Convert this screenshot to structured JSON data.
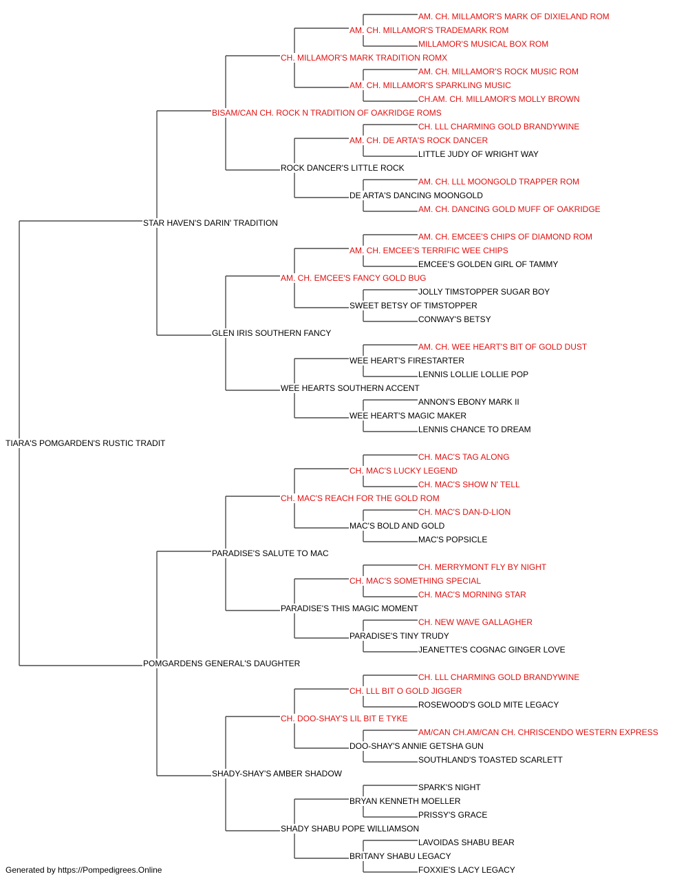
{
  "pedigree": {
    "generations": [
      [
        {
          "name": "TIARA'S POMGARDEN'S RUSTIC TRADIT",
          "champion": false
        }
      ],
      [
        {
          "name": "STAR HAVEN'S DARIN' TRADITION",
          "champion": false
        },
        {
          "name": "POMGARDENS GENERAL'S DAUGHTER",
          "champion": false
        }
      ],
      [
        {
          "name": "BISAM/CAN CH. ROCK N TRADITION OF OAKRIDGE ROMS",
          "champion": true
        },
        {
          "name": "GLEN IRIS SOUTHERN FANCY",
          "champion": false
        },
        {
          "name": "PARADISE'S SALUTE TO MAC",
          "champion": false
        },
        {
          "name": "SHADY-SHAY'S AMBER SHADOW",
          "champion": false
        }
      ],
      [
        {
          "name": "CH. MILLAMOR'S MARK TRADITION ROMX",
          "champion": true
        },
        {
          "name": "ROCK DANCER'S LITTLE ROCK",
          "champion": false
        },
        {
          "name": "AM. CH. EMCEE'S FANCY GOLD BUG",
          "champion": true
        },
        {
          "name": "WEE HEARTS SOUTHERN ACCENT",
          "champion": false
        },
        {
          "name": "CH. MAC'S REACH FOR THE GOLD ROM",
          "champion": true
        },
        {
          "name": "PARADISE'S THIS MAGIC MOMENT",
          "champion": false
        },
        {
          "name": "CH. DOO-SHAY'S LIL BIT E TYKE",
          "champion": true
        },
        {
          "name": "SHADY SHABU POPE WILLIAMSON",
          "champion": false
        }
      ],
      [
        {
          "name": "AM. CH. MILLAMOR'S TRADEMARK ROM",
          "champion": true
        },
        {
          "name": "AM. CH. MILLAMOR'S SPARKLING MUSIC",
          "champion": true
        },
        {
          "name": "AM. CH. DE ARTA'S ROCK DANCER",
          "champion": true
        },
        {
          "name": "DE ARTA'S DANCING MOONGOLD",
          "champion": false
        },
        {
          "name": "AM. CH. EMCEE'S TERRIFIC WEE CHIPS",
          "champion": true
        },
        {
          "name": "SWEET BETSY OF TIMSTOPPER",
          "champion": false
        },
        {
          "name": "WEE HEART'S FIRESTARTER",
          "champion": false
        },
        {
          "name": "WEE HEART'S MAGIC MAKER",
          "champion": false
        },
        {
          "name": "CH. MAC'S LUCKY LEGEND",
          "champion": true
        },
        {
          "name": "MAC'S BOLD AND GOLD",
          "champion": false
        },
        {
          "name": "CH. MAC'S SOMETHING SPECIAL",
          "champion": true
        },
        {
          "name": "PARADISE'S TINY TRUDY",
          "champion": false
        },
        {
          "name": "CH. LLL BIT O GOLD JIGGER",
          "champion": true
        },
        {
          "name": "DOO-SHAY'S ANNIE GETSHA GUN",
          "champion": false
        },
        {
          "name": "BRYAN KENNETH MOELLER",
          "champion": false
        },
        {
          "name": "BRITANY SHABU LEGACY",
          "champion": false
        }
      ],
      [
        {
          "name": "AM. CH. MILLAMOR'S MARK OF DIXIELAND ROM",
          "champion": true
        },
        {
          "name": "MILLAMOR'S MUSICAL BOX ROM",
          "champion": true
        },
        {
          "name": "AM. CH. MILLAMOR'S ROCK MUSIC ROM",
          "champion": true
        },
        {
          "name": "CH.AM. CH. MILLAMOR'S MOLLY BROWN",
          "champion": true
        },
        {
          "name": "CH. LLL CHARMING GOLD BRANDYWINE",
          "champion": true
        },
        {
          "name": "LITTLE JUDY OF WRIGHT WAY",
          "champion": false
        },
        {
          "name": "AM. CH. LLL MOONGOLD TRAPPER ROM",
          "champion": true
        },
        {
          "name": "AM. CH. DANCING GOLD MUFF OF OAKRIDGE",
          "champion": true
        },
        {
          "name": "AM. CH. EMCEE'S CHIPS OF DIAMOND ROM",
          "champion": true
        },
        {
          "name": "EMCEE'S GOLDEN GIRL OF TAMMY",
          "champion": false
        },
        {
          "name": "JOLLY TIMSTOPPER SUGAR BOY",
          "champion": false
        },
        {
          "name": "CONWAY'S BETSY",
          "champion": false
        },
        {
          "name": "AM. CH. WEE HEART'S BIT OF GOLD DUST",
          "champion": true
        },
        {
          "name": "LENNIS LOLLIE LOLLIE POP",
          "champion": false
        },
        {
          "name": "ANNON'S EBONY MARK II",
          "champion": false
        },
        {
          "name": "LENNIS CHANCE TO DREAM",
          "champion": false
        },
        {
          "name": "CH. MAC'S TAG ALONG",
          "champion": true
        },
        {
          "name": "CH. MAC'S SHOW N' TELL",
          "champion": true
        },
        {
          "name": "CH. MAC'S DAN-D-LION",
          "champion": true
        },
        {
          "name": "MAC'S POPSICLE",
          "champion": false
        },
        {
          "name": "CH. MERRYMONT FLY BY NIGHT",
          "champion": true
        },
        {
          "name": "CH. MAC'S MORNING STAR",
          "champion": true
        },
        {
          "name": "CH. NEW WAVE GALLAGHER",
          "champion": true
        },
        {
          "name": "JEANETTE'S COGNAC GINGER LOVE",
          "champion": false
        },
        {
          "name": "CH. LLL CHARMING GOLD BRANDYWINE",
          "champion": true
        },
        {
          "name": "ROSEWOOD'S GOLD MITE LEGACY",
          "champion": false
        },
        {
          "name": "AM/CAN CH.AM/CAN CH. CHRISCENDO WESTERN EXPRESS",
          "champion": true
        },
        {
          "name": "SOUTHLAND'S TOASTED SCARLETT",
          "champion": false
        },
        {
          "name": "SPARK'S NIGHT",
          "champion": false
        },
        {
          "name": "PRISSY'S GRACE",
          "champion": false
        },
        {
          "name": "LAVOIDAS SHABU BEAR",
          "champion": false
        },
        {
          "name": "FOXXIE'S LACY LEGACY",
          "champion": false
        }
      ]
    ]
  },
  "colors": {
    "champion": "#e01010",
    "normal": "#000000",
    "line": "#4a4a4a"
  },
  "footer": {
    "text": "Generated by https://Pompedigrees.Online"
  }
}
